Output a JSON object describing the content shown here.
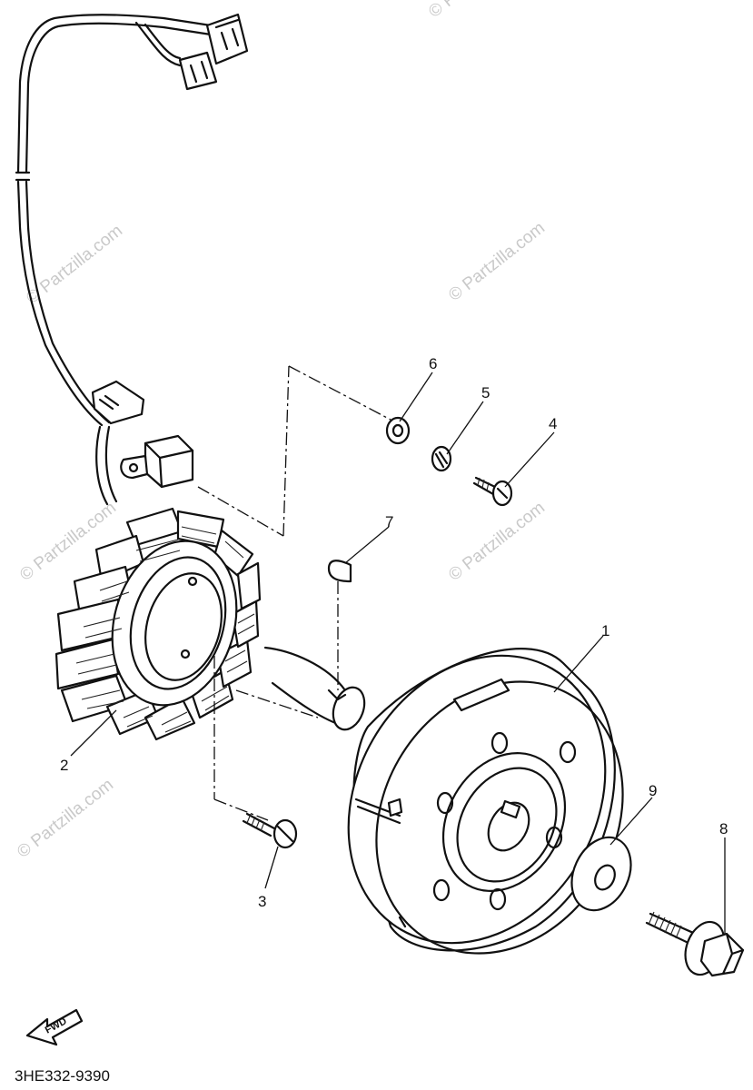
{
  "watermark_text": "© Partzilla.com",
  "callouts": {
    "p1": "1",
    "p2": "2",
    "p3": "3",
    "p4": "4",
    "p5": "5",
    "p6": "6",
    "p7": "7",
    "p8": "8",
    "p9": "9"
  },
  "fwd_label": "FWD",
  "diagram_code": "3HE332-9390",
  "colors": {
    "ink": "#111111",
    "watermark": "#c9c9c9",
    "background": "#ffffff"
  }
}
